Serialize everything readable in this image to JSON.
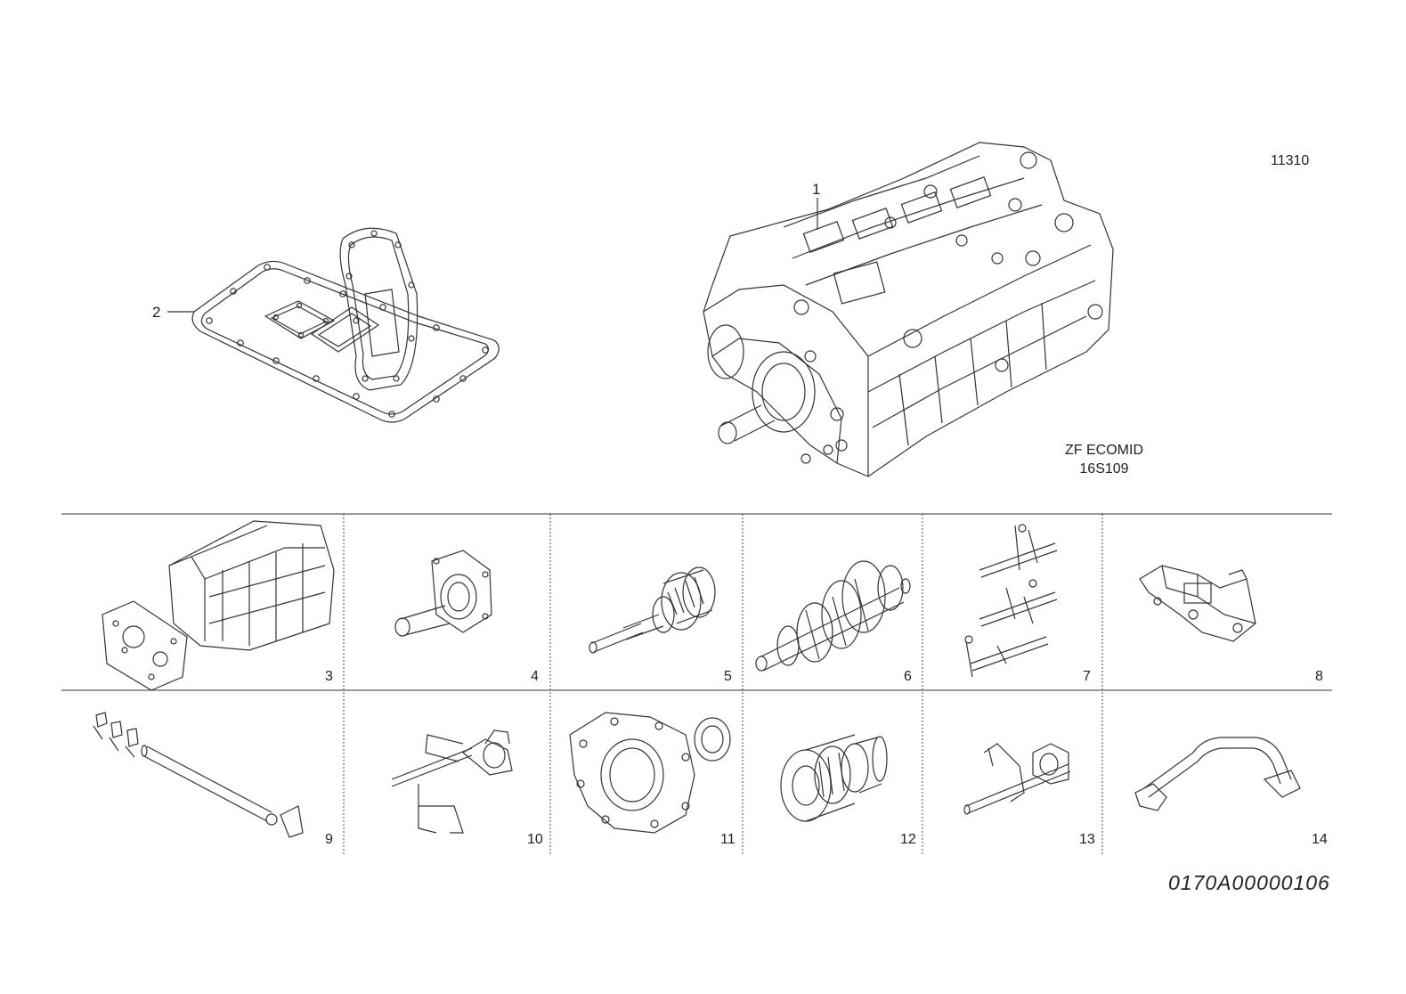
{
  "drawing": {
    "ref_number": "11310",
    "drawing_code": "0170A00000106",
    "model_line1": "ZF ECOMID",
    "model_line2": "16S109"
  },
  "callouts": {
    "gearbox": "1",
    "gasket_kit": "2"
  },
  "parts": [
    {
      "num": "3",
      "icon": "gearbox-housing-icon"
    },
    {
      "num": "4",
      "icon": "input-shaft-cover-icon"
    },
    {
      "num": "5",
      "icon": "input-shaft-icon"
    },
    {
      "num": "6",
      "icon": "main-shaft-icon"
    },
    {
      "num": "7",
      "icon": "shift-rail-set-icon"
    },
    {
      "num": "8",
      "icon": "shift-module-icon"
    },
    {
      "num": "9",
      "icon": "selector-shaft-icon"
    },
    {
      "num": "10",
      "icon": "shift-lever-shaft-icon"
    },
    {
      "num": "11",
      "icon": "clutch-housing-icon"
    },
    {
      "num": "12",
      "icon": "countershaft-gear-icon"
    },
    {
      "num": "13",
      "icon": "shift-fork-shaft-icon"
    },
    {
      "num": "14",
      "icon": "pipe-bracket-icon"
    }
  ]
}
